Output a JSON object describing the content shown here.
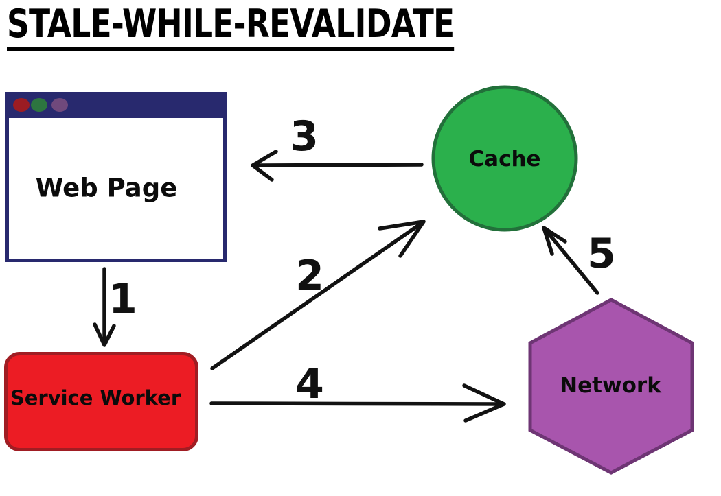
{
  "title": "STALE-WHILE-REVALIDATE",
  "diagram": {
    "nodes": [
      {
        "id": "web-page",
        "label": "Web Page",
        "shape": "browser-window",
        "fill": "#ffffff",
        "accent": "#28296e"
      },
      {
        "id": "service-worker",
        "label": "Service Worker",
        "shape": "rounded-rectangle",
        "fill": "#ec1c24",
        "border": "#a01d23"
      },
      {
        "id": "cache",
        "label": "Cache",
        "shape": "circle",
        "fill": "#2bb04c",
        "border": "#22703a"
      },
      {
        "id": "network",
        "label": "Network",
        "shape": "hexagon",
        "fill": "#a855ad",
        "border": "#6e3574"
      }
    ],
    "window_controls": {
      "red_dot": "#9b1c23",
      "green_dot": "#2d7540",
      "purple_dot": "#70497c"
    },
    "arrows": [
      {
        "number": "1",
        "from": "web-page",
        "to": "service-worker"
      },
      {
        "number": "2",
        "from": "service-worker",
        "to": "cache"
      },
      {
        "number": "3",
        "from": "cache",
        "to": "web-page"
      },
      {
        "number": "4",
        "from": "service-worker",
        "to": "network"
      },
      {
        "number": "5",
        "from": "network",
        "to": "cache"
      }
    ],
    "arrow_color": "#121212"
  }
}
